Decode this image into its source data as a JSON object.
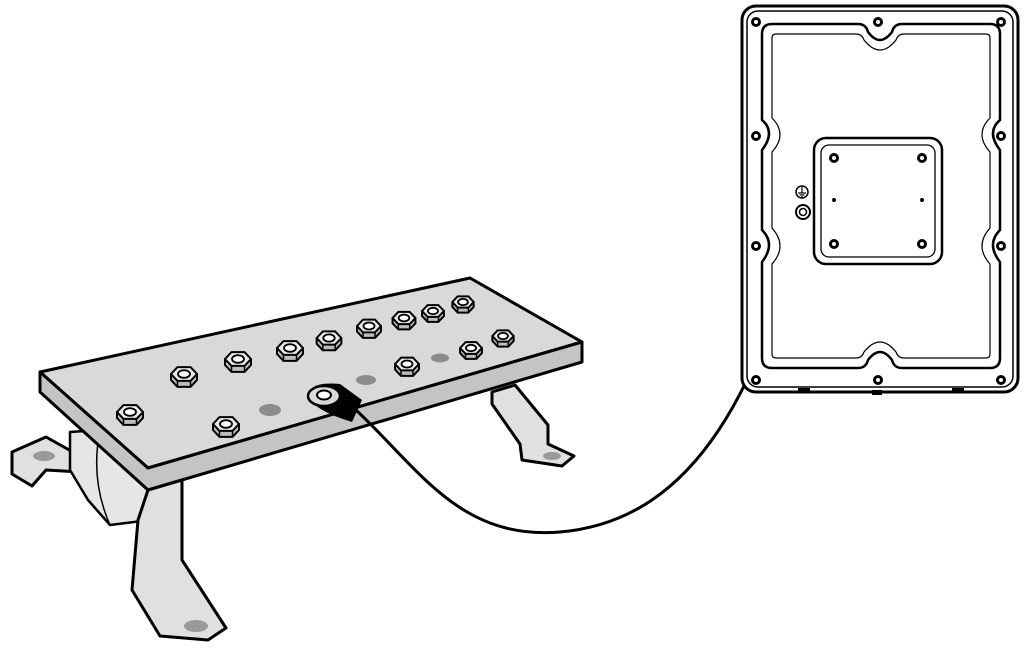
{
  "diagram": {
    "components": [
      {
        "name": "ground-busbar",
        "icon": "busbar-icon"
      },
      {
        "name": "enclosure-back-panel",
        "icon": "enclosure-icon"
      },
      {
        "name": "ground-wire",
        "icon": "wire-icon"
      }
    ],
    "colors": {
      "outline": "#000000",
      "metal_fill": "#d9d9d9",
      "metal_shadow": "#b3b3b3",
      "hole_fill": "#8c8c8c",
      "panel_fill": "#ffffff"
    }
  }
}
